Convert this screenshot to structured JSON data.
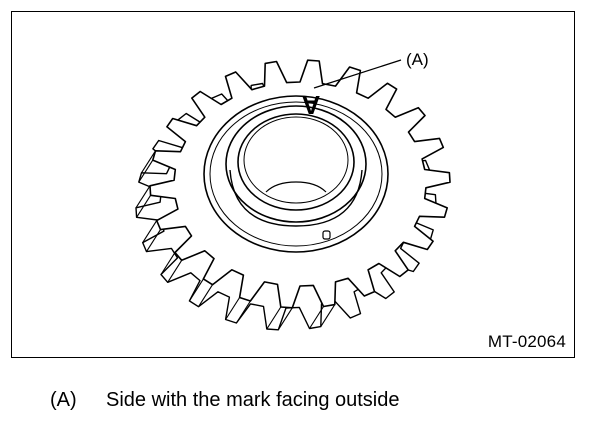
{
  "figure": {
    "callout_label": "(A)",
    "mark_letter": "A",
    "figure_id": "MT-02064",
    "colors": {
      "line": "#000000",
      "background": "#ffffff"
    }
  },
  "legend": {
    "key": "(A)",
    "text": "Side with the mark facing outside"
  }
}
